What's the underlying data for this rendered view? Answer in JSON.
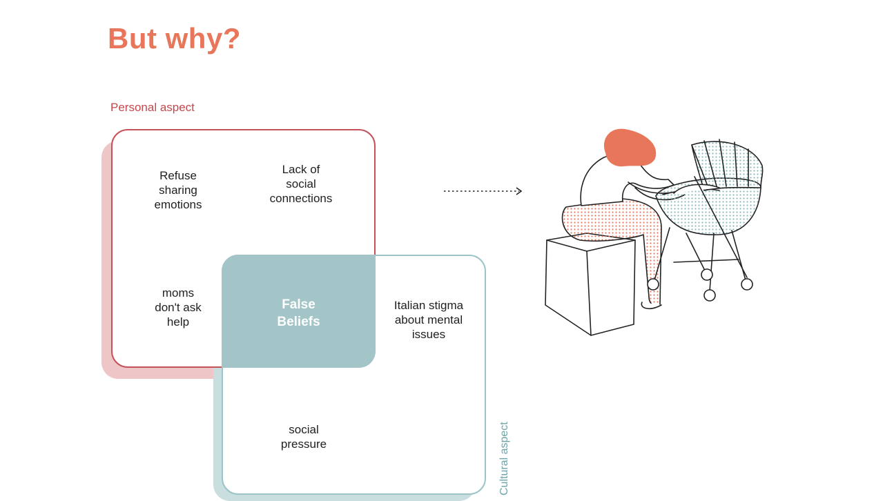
{
  "title": "But why?",
  "personal_label": "Personal aspect",
  "cultural_label": "Cultural aspect",
  "cells": {
    "refuse_sharing": "Refuse\nsharing\nemotions",
    "lack_connections": "Lack of\nsocial\nconnections",
    "moms_dont_ask": "moms\ndon't ask\nhelp",
    "italian_stigma": "Italian stigma\nabout mental\nissues",
    "social_pressure": "social\npressure"
  },
  "overlap": "False\nBeliefs",
  "colors": {
    "title": "#e8765a",
    "personal": "#c45258",
    "cultural": "#9cc3c6",
    "overlap": "#a3c5c8"
  },
  "icons": {
    "arrow": "dotted-arrow-right-icon",
    "illustration": "mother-with-stroller-illustration"
  }
}
